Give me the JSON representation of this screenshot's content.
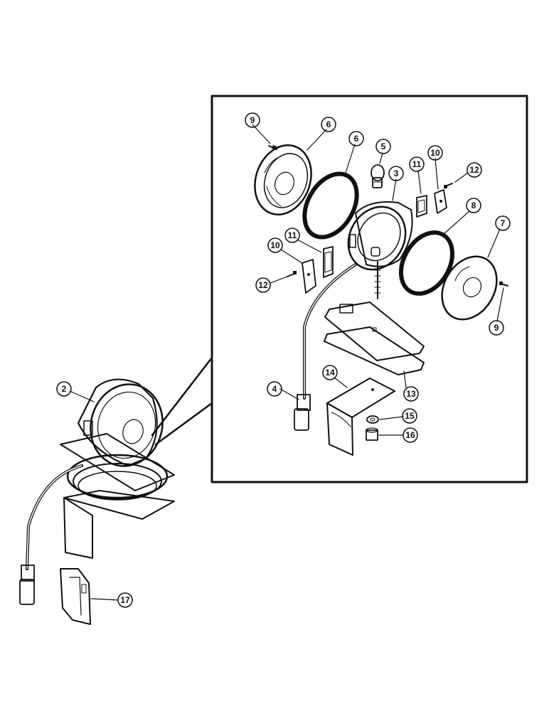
{
  "diagram": {
    "callouts": [
      {
        "id": "c9a",
        "label": "9"
      },
      {
        "id": "c6a",
        "label": "6"
      },
      {
        "id": "c6b",
        "label": "6"
      },
      {
        "id": "c5",
        "label": "5"
      },
      {
        "id": "c3",
        "label": "3"
      },
      {
        "id": "c11a",
        "label": "11"
      },
      {
        "id": "c10a",
        "label": "10"
      },
      {
        "id": "c12a",
        "label": "12"
      },
      {
        "id": "c8",
        "label": "8"
      },
      {
        "id": "c7",
        "label": "7"
      },
      {
        "id": "c11b",
        "label": "11"
      },
      {
        "id": "c10b",
        "label": "10"
      },
      {
        "id": "c12b",
        "label": "12"
      },
      {
        "id": "c9b",
        "label": "9"
      },
      {
        "id": "c14",
        "label": "14"
      },
      {
        "id": "c4",
        "label": "4"
      },
      {
        "id": "c13",
        "label": "13"
      },
      {
        "id": "c15",
        "label": "15"
      },
      {
        "id": "c16",
        "label": "16"
      },
      {
        "id": "c2",
        "label": "2"
      },
      {
        "id": "c17",
        "label": "17"
      }
    ]
  }
}
